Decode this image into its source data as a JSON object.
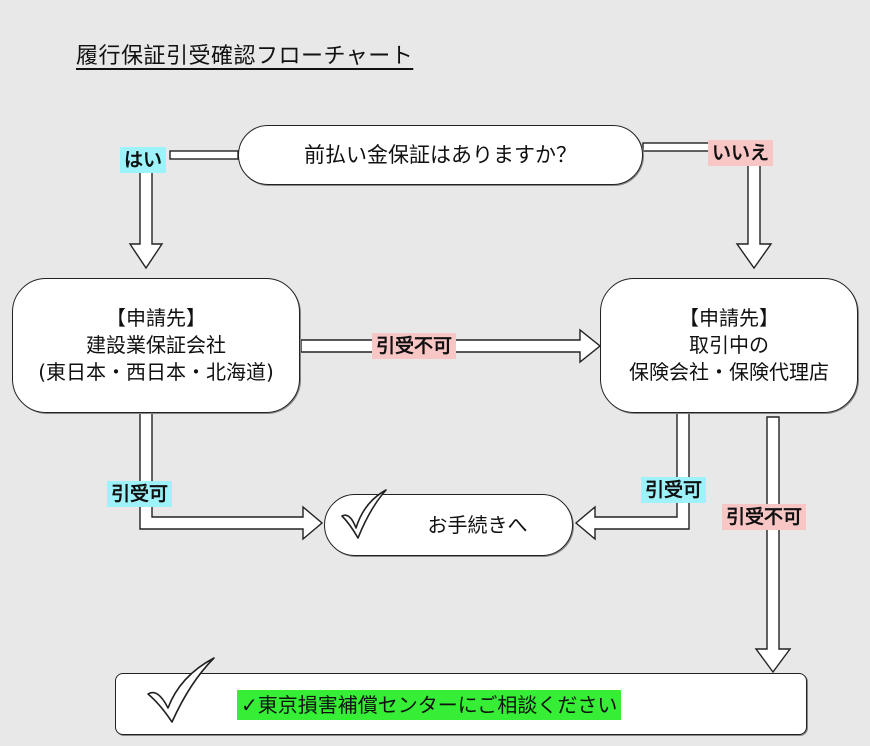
{
  "title": "履行保証引受確認フローチャート",
  "question": "前払い金保証はありますか？",
  "yes_label": "はい",
  "no_label": "いいえ",
  "node_left": {
    "line1": "【申請先】",
    "line2": "建設業保証会社",
    "line3": "(東日本・西日本・北海道)"
  },
  "node_right": {
    "line1": "【申請先】",
    "line2": "取引中の",
    "line3": "保険会社・保険代理店"
  },
  "edge_left_to_right": "引受不可",
  "edge_left_accept": "引受可",
  "edge_right_accept": "引受可",
  "edge_right_reject": "引受不可",
  "procedure": "お手続きへ",
  "final": "✓東京損害補償センターにご相談ください",
  "colors": {
    "accept": "#9ef2fa",
    "reject": "#f9c6c6",
    "final_highlight": "#35ee35"
  }
}
